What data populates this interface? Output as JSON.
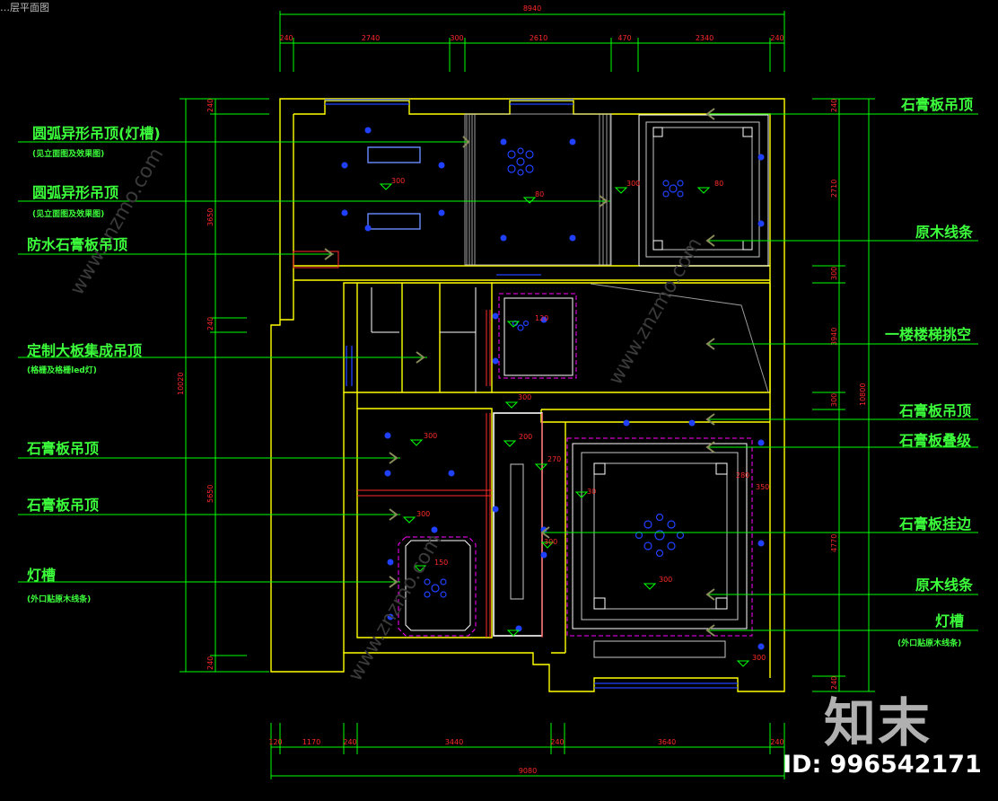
{
  "corner_text": "…层平面图",
  "left_labels": [
    {
      "id": "l1",
      "text": "圆弧异形吊顶(灯槽)",
      "sub": "(见立面图及效果图)"
    },
    {
      "id": "l2",
      "text": "圆弧异形吊顶",
      "sub": "(见立面图及效果图)"
    },
    {
      "id": "l3",
      "text": "防水石膏板吊顶",
      "sub": ""
    },
    {
      "id": "l4",
      "text": "定制大板集成吊顶",
      "sub": "(格栅及格栅led灯)"
    },
    {
      "id": "l5",
      "text": "石膏板吊顶",
      "sub": ""
    },
    {
      "id": "l6",
      "text": "石膏板吊顶",
      "sub": ""
    },
    {
      "id": "l7",
      "text": "灯槽",
      "sub": "(外口贴原木线条)"
    }
  ],
  "right_labels": [
    {
      "id": "r1",
      "text": "石膏板吊顶",
      "sub": ""
    },
    {
      "id": "r2",
      "text": "原木线条",
      "sub": ""
    },
    {
      "id": "r3",
      "text": "一楼楼梯挑空",
      "sub": ""
    },
    {
      "id": "r4",
      "text": "石膏板吊顶",
      "sub": ""
    },
    {
      "id": "r5",
      "text": "石膏板叠级",
      "sub": ""
    },
    {
      "id": "r6",
      "text": "石膏板挂边",
      "sub": ""
    },
    {
      "id": "r7",
      "text": "原木线条",
      "sub": ""
    },
    {
      "id": "r8",
      "text": "灯槽",
      "sub": "(外口贴原木线条)"
    }
  ],
  "dimensions": {
    "top_total": "8940",
    "top_segments": [
      "240",
      "2740",
      "300",
      "2610",
      "470",
      "2340",
      "240"
    ],
    "bottom_total": "9080",
    "bottom_segments": [
      "120",
      "1170",
      "240",
      "3440",
      "240",
      "3640",
      "240"
    ],
    "left_total": "10020",
    "left_segments": [
      "240",
      "3650",
      "240",
      "5650",
      "240"
    ],
    "right_total": "10800",
    "right_segments": [
      "240",
      "2710",
      "300",
      "3940",
      "300",
      "4770",
      "240"
    ]
  },
  "ceiling_heights": [
    "300",
    "80",
    "300",
    "80",
    "120",
    "300",
    "300",
    "200",
    "270",
    "30",
    "280",
    "350",
    "300",
    "300",
    "150",
    "300",
    "300"
  ],
  "watermark": {
    "logo": "知末",
    "id": "ID: 996542171",
    "site": "www.znzmo.com"
  },
  "colors": {
    "wall": "#ffff00",
    "dim": "#00ff00",
    "label": "#3cff3c",
    "text_red": "#ff2a2a",
    "magenta": "#ff00ff",
    "blue": "#2040ff",
    "white": "#ffffff"
  }
}
